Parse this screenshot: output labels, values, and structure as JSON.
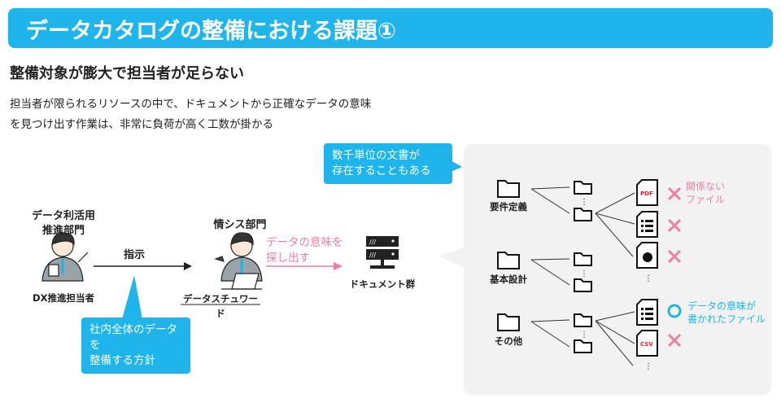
{
  "title": "データカタログの整備における課題①",
  "subtitle": "整備対象が膨大で担当者が足らない",
  "body": [
    "担当者が限られるリソースの中で、ドキュメントから正確なデータの意味",
    "を見つけ出す作業は、非常に負荷が高く工数が掛かる"
  ],
  "callout_docs": [
    "数千単位の文書が",
    "存在することもある"
  ],
  "callout_policy": [
    "社内全体のデータを",
    "整備する方針"
  ],
  "dx_dept": [
    "データ利活用",
    "推進部門"
  ],
  "dx_person": "DX推進担当者",
  "instruction": "指示",
  "is_dept": "情シス部門",
  "steward": "データスチュワード",
  "search": [
    "データの意味を",
    "探し出す"
  ],
  "docs_label": "ドキュメント群",
  "folders": [
    "要件定義",
    "基本設計",
    "その他"
  ],
  "file_pdf": "PDF",
  "file_csv": "CSV",
  "irrelevant": [
    "関係ない",
    "ファイル"
  ],
  "relevant": [
    "データの意味が",
    "書かれたファイル"
  ],
  "colors": {
    "accent": "#1fb5ea",
    "pink": "#ef7fa0",
    "panel": "#f2f2f2"
  }
}
